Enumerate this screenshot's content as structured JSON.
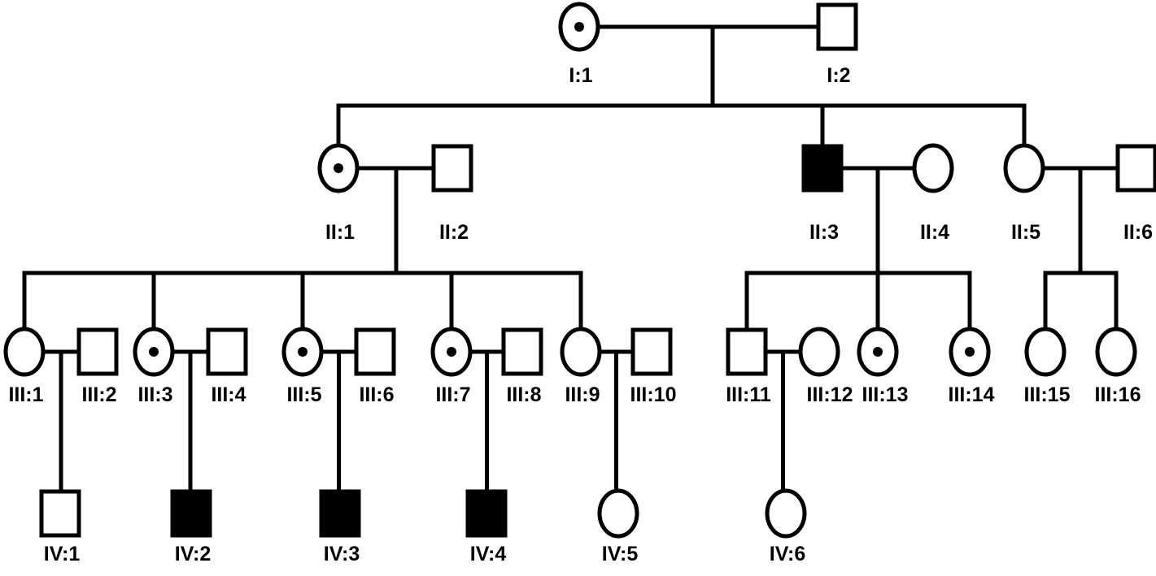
{
  "title": "Pedigree",
  "colors": {
    "line": "#000000",
    "affected": "#000000",
    "background": "#ffffff"
  },
  "individuals": [
    {
      "id": "I:1",
      "label": "I:1",
      "sex": "female",
      "status": "carrier"
    },
    {
      "id": "I:2",
      "label": "I:2",
      "sex": "male",
      "status": "unaffected"
    },
    {
      "id": "II:1",
      "label": "II:1",
      "sex": "female",
      "status": "carrier"
    },
    {
      "id": "II:2",
      "label": "II:2",
      "sex": "male",
      "status": "unaffected"
    },
    {
      "id": "II:3",
      "label": "II:3",
      "sex": "male",
      "status": "affected"
    },
    {
      "id": "II:4",
      "label": "II:4",
      "sex": "female",
      "status": "unaffected"
    },
    {
      "id": "II:5",
      "label": "II:5",
      "sex": "female",
      "status": "unaffected"
    },
    {
      "id": "II:6",
      "label": "II:6",
      "sex": "male",
      "status": "unaffected"
    },
    {
      "id": "III:1",
      "label": "III:1",
      "sex": "female",
      "status": "unaffected"
    },
    {
      "id": "III:2",
      "label": "III:2",
      "sex": "male",
      "status": "unaffected"
    },
    {
      "id": "III:3",
      "label": "III:3",
      "sex": "female",
      "status": "carrier"
    },
    {
      "id": "III:4",
      "label": "III:4",
      "sex": "male",
      "status": "unaffected"
    },
    {
      "id": "III:5",
      "label": "III:5",
      "sex": "female",
      "status": "carrier"
    },
    {
      "id": "III:6",
      "label": "III:6",
      "sex": "male",
      "status": "unaffected"
    },
    {
      "id": "III:7",
      "label": "III:7",
      "sex": "female",
      "status": "carrier"
    },
    {
      "id": "III:8",
      "label": "III:8",
      "sex": "male",
      "status": "unaffected"
    },
    {
      "id": "III:9",
      "label": "III:9",
      "sex": "female",
      "status": "unaffected"
    },
    {
      "id": "III:10",
      "label": "III:10",
      "sex": "male",
      "status": "unaffected"
    },
    {
      "id": "III:11",
      "label": "III:11",
      "sex": "male",
      "status": "unaffected"
    },
    {
      "id": "III:12",
      "label": "III:12",
      "sex": "female",
      "status": "unaffected"
    },
    {
      "id": "III:13",
      "label": "III:13",
      "sex": "female",
      "status": "carrier"
    },
    {
      "id": "III:14",
      "label": "III:14",
      "sex": "female",
      "status": "carrier"
    },
    {
      "id": "III:15",
      "label": "III:15",
      "sex": "female",
      "status": "unaffected"
    },
    {
      "id": "III:16",
      "label": "III:16",
      "sex": "female",
      "status": "unaffected"
    },
    {
      "id": "IV:1",
      "label": "IV:1",
      "sex": "male",
      "status": "unaffected"
    },
    {
      "id": "IV:2",
      "label": "IV:2",
      "sex": "male",
      "status": "affected"
    },
    {
      "id": "IV:3",
      "label": "IV:3",
      "sex": "male",
      "status": "affected"
    },
    {
      "id": "IV:4",
      "label": "IV:4",
      "sex": "male",
      "status": "affected"
    },
    {
      "id": "IV:5",
      "label": "IV:5",
      "sex": "female",
      "status": "unaffected"
    },
    {
      "id": "IV:6",
      "label": "IV:6",
      "sex": "female",
      "status": "unaffected"
    }
  ],
  "couples": [
    {
      "partners": [
        "I:1",
        "I:2"
      ],
      "children": [
        "II:1",
        "II:3",
        "II:5"
      ]
    },
    {
      "partners": [
        "II:1",
        "II:2"
      ],
      "children": [
        "III:1",
        "III:3",
        "III:5",
        "III:7",
        "III:9"
      ]
    },
    {
      "partners": [
        "II:3",
        "II:4"
      ],
      "children": [
        "III:11",
        "III:13",
        "III:14"
      ]
    },
    {
      "partners": [
        "II:5",
        "II:6"
      ],
      "children": [
        "III:15",
        "III:16"
      ]
    },
    {
      "partners": [
        "III:1",
        "III:2"
      ],
      "children": [
        "IV:1"
      ]
    },
    {
      "partners": [
        "III:3",
        "III:4"
      ],
      "children": [
        "IV:2"
      ]
    },
    {
      "partners": [
        "III:5",
        "III:6"
      ],
      "children": [
        "IV:3"
      ]
    },
    {
      "partners": [
        "III:7",
        "III:8"
      ],
      "children": [
        "IV:4"
      ]
    },
    {
      "partners": [
        "III:9",
        "III:10"
      ],
      "children": [
        "IV:5"
      ]
    },
    {
      "partners": [
        "III:11",
        "III:12"
      ],
      "children": [
        "IV:6"
      ]
    }
  ]
}
